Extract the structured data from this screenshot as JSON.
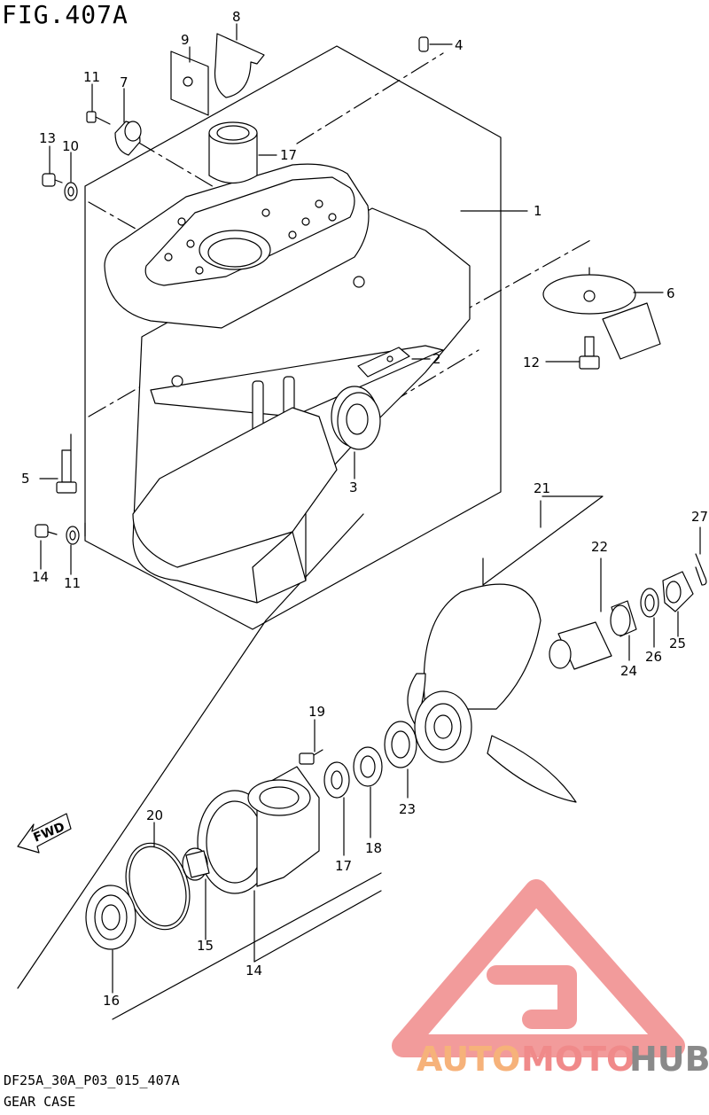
{
  "figure": {
    "title": "FIG.407A",
    "code": "DF25A_30A_P03_015_407A",
    "name": "GEAR CASE"
  },
  "direction_label": "FWD",
  "callouts": [
    "1",
    "2",
    "3",
    "4",
    "5",
    "6",
    "7",
    "8",
    "9",
    "10",
    "11",
    "11",
    "12",
    "13",
    "14",
    "14",
    "15",
    "16",
    "17",
    "17",
    "18",
    "19",
    "20",
    "21",
    "22",
    "23",
    "24",
    "25",
    "26",
    "27"
  ],
  "watermark": {
    "part1": "AUTO",
    "part2": "MOTO",
    "part3": "HUB",
    "color_orange": "#f6b27a",
    "color_red": "#f08a8a",
    "color_gray": "#8a8a8a"
  }
}
